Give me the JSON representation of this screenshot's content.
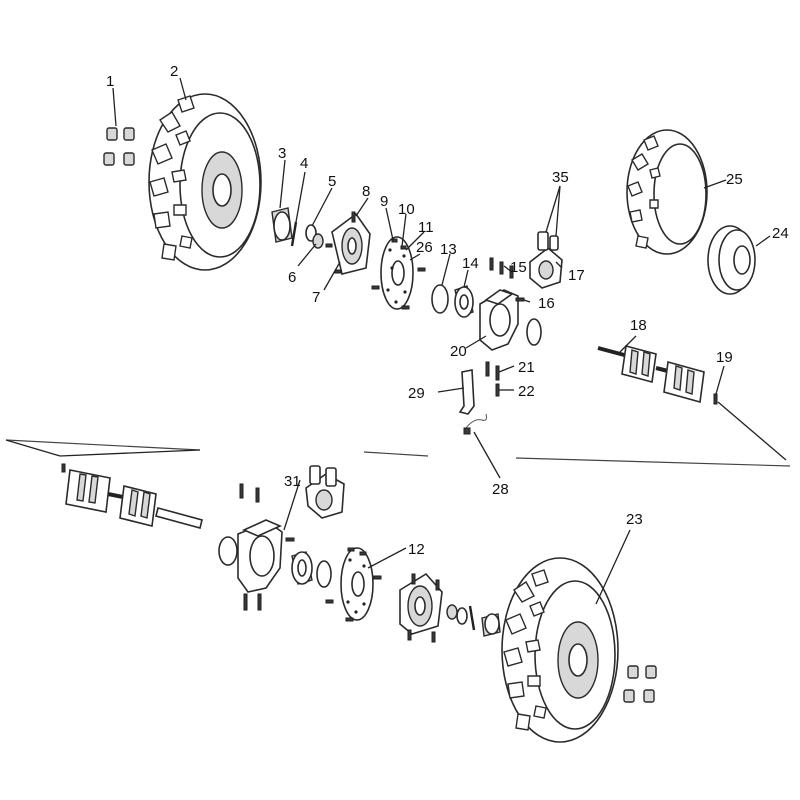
{
  "callouts": {
    "c1": "1",
    "c2": "2",
    "c3": "3",
    "c4": "4",
    "c5": "5",
    "c6": "6",
    "c7": "7",
    "c8": "8",
    "c9": "9",
    "c10": "10",
    "c11": "11",
    "c12": "12",
    "c13": "13",
    "c14": "14",
    "c15": "15",
    "c16": "16",
    "c17": "17",
    "c18": "18",
    "c19": "19",
    "c20": "20",
    "c21": "21",
    "c22": "22",
    "c23": "23",
    "c24": "24",
    "c25": "25",
    "c26": "26",
    "c28": "28",
    "c29": "29",
    "c31": "31",
    "c35": "35"
  }
}
